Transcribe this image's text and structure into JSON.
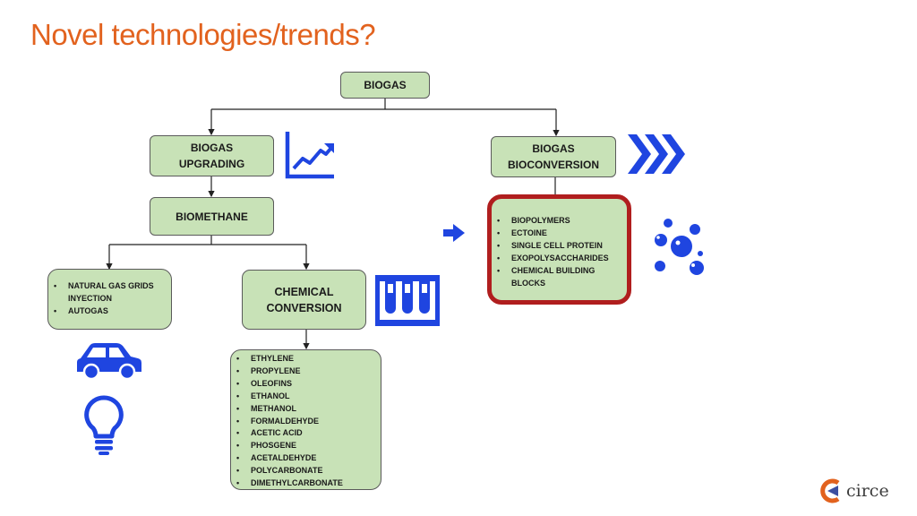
{
  "slide": {
    "title": "Novel technologies/trends?"
  },
  "nodes": {
    "biogas": "BIOGAS",
    "upgrading_line1": "BIOGAS",
    "upgrading_line2": "UPGRADING",
    "bioconversion_line1": "BIOGAS",
    "bioconversion_line2": "BIOCONVERSION",
    "biomethane": "BIOMETHANE",
    "chemical_line1": "CHEMICAL",
    "chemical_line2": "CONVERSION"
  },
  "lists": {
    "grid_uses": [
      "NATURAL GAS GRIDS INYECTION",
      "AUTOGAS"
    ],
    "bioproducts": [
      "BIOPOLYMERS",
      "ECTOINE",
      "SINGLE CELL PROTEIN",
      " EXOPOLYSACCHARIDES",
      "CHEMICAL BUILDING BLOCKS"
    ],
    "chemicals": [
      "ETHYLENE",
      "PROPYLENE",
      "OLEOFINS",
      "ETHANOL",
      "METHANOL",
      "FORMALDEHYDE",
      "ACETIC ACID",
      "PHOSGENE",
      "ACETALDEHYDE",
      "POLYCARBONATE",
      "DIMETHYLCARBONATE"
    ]
  },
  "icons": [
    "trending-up-icon",
    "chevrons-right-icon",
    "arrow-right-icon",
    "bubbles-icon",
    "test-tubes-icon",
    "car-icon",
    "lightbulb-icon"
  ],
  "logo": {
    "text": "circe"
  },
  "colors": {
    "title": "#e2621e",
    "box_fill": "#c8e2b7",
    "highlight_border": "#b01e1e",
    "icon_blue": "#1f45e0"
  }
}
